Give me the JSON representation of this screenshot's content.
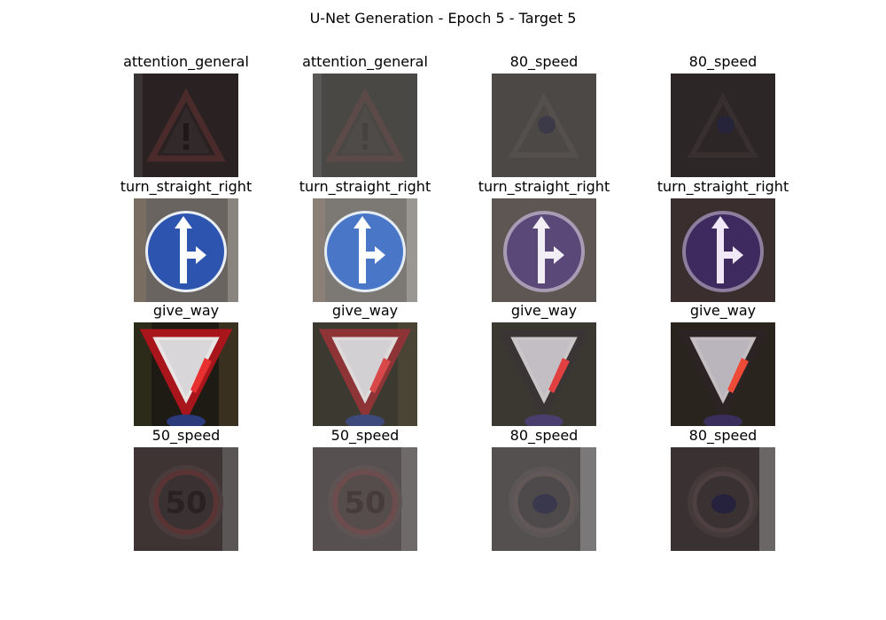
{
  "figure": {
    "title": "U-Net Generation - Epoch 5 - Target 5"
  },
  "grid": [
    {
      "label": "attention_general",
      "sign": "warning-triangle",
      "variant": "dark"
    },
    {
      "label": "attention_general",
      "sign": "warning-triangle",
      "variant": "faded"
    },
    {
      "label": "80_speed",
      "sign": "warning-triangle-blurred",
      "variant": "faded"
    },
    {
      "label": "80_speed",
      "sign": "warning-triangle-blurred",
      "variant": "dark"
    },
    {
      "label": "turn_straight_right",
      "sign": "blue-arrow-circle",
      "variant": "original"
    },
    {
      "label": "turn_straight_right",
      "sign": "blue-arrow-circle",
      "variant": "light"
    },
    {
      "label": "turn_straight_right",
      "sign": "purple-arrow-circle",
      "variant": "faded"
    },
    {
      "label": "turn_straight_right",
      "sign": "purple-arrow-circle",
      "variant": "dark"
    },
    {
      "label": "give_way",
      "sign": "yield-triangle",
      "variant": "original"
    },
    {
      "label": "give_way",
      "sign": "yield-triangle",
      "variant": "faded"
    },
    {
      "label": "give_way",
      "sign": "yield-triangle",
      "variant": "generated"
    },
    {
      "label": "give_way",
      "sign": "yield-triangle",
      "variant": "generated-dark"
    },
    {
      "label": "50_speed",
      "sign": "speed-50",
      "variant": "dark"
    },
    {
      "label": "50_speed",
      "sign": "speed-50",
      "variant": "faded"
    },
    {
      "label": "80_speed",
      "sign": "speed-80-blurred",
      "variant": "faded"
    },
    {
      "label": "80_speed",
      "sign": "speed-80-blurred",
      "variant": "dark"
    }
  ]
}
